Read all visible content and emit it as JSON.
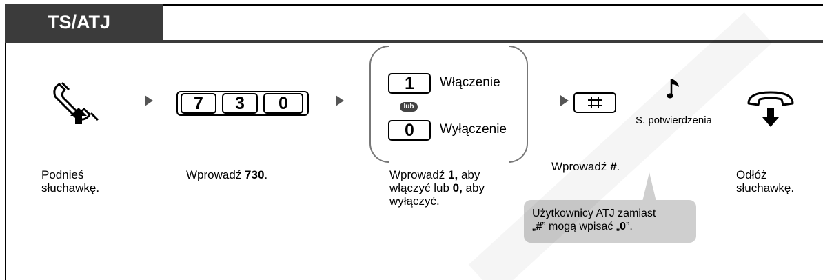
{
  "header": {
    "title": "TS/ATJ"
  },
  "keys": {
    "code": [
      "7",
      "3",
      "0"
    ],
    "on_key": "1",
    "off_key": "0"
  },
  "options": {
    "on_label": "Włączenie",
    "or_label": "lub",
    "off_label": "Wyłączenie"
  },
  "tone": {
    "label": "S. potwierdzenia"
  },
  "steps": {
    "lift": {
      "line1": "Podnieś",
      "line2": "słuchawkę."
    },
    "dial": {
      "prefix": "Wprowadź ",
      "code": "730",
      "suffix": "."
    },
    "choose": {
      "line1_pre": "Wprowadź ",
      "line1_key": "1,",
      "line1_post": " aby",
      "line2_pre": "włączyć lub ",
      "line2_key": "0,",
      "line2_post": " aby",
      "line3": "wyłączyć."
    },
    "hash": {
      "prefix": "Wprowadź ",
      "key": "#",
      "suffix": "."
    },
    "hangup": {
      "line1": "Odłóż",
      "line2": "słuchawkę."
    }
  },
  "note": {
    "line1": "Użytkownicy ATJ zamiast",
    "line2_open": "„",
    "line2_key1": "#",
    "line2_mid": "” mogą wpisać „",
    "line2_key2": "0",
    "line2_close": "”."
  },
  "colors": {
    "header_bg": "#3b3b3b",
    "note_bg": "#cfcfcf",
    "arrow": "#555555"
  }
}
